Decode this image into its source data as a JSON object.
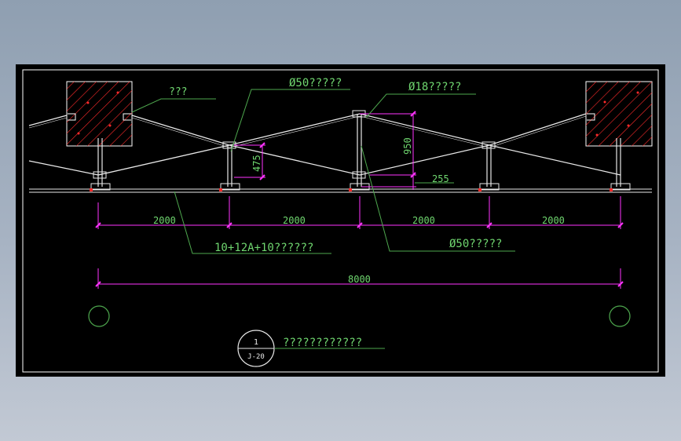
{
  "colors": {
    "background": "#000000",
    "frame": "#ffffff",
    "dimension": "#ff33ff",
    "leader": "#4ea84e",
    "text": "#6fd66f",
    "hatch": "#ff2a2a",
    "structure": "#e8e8e8"
  },
  "labels": {
    "top_left": "???",
    "tie_rod_top": "Ø50?????",
    "cable_top_right": "Ø18?????",
    "glass_spec": "10+12A+10??????",
    "tie_rod_bottom": "Ø50?????",
    "drawing_title": "????????????"
  },
  "dimensions": {
    "span_1": "2000",
    "span_2": "2000",
    "span_3": "2000",
    "span_4": "2000",
    "total": "8000",
    "truss_height": "950",
    "strut_height": "475",
    "offset": "255"
  },
  "detail_marker": {
    "number": "1",
    "sheet": "J-20"
  }
}
